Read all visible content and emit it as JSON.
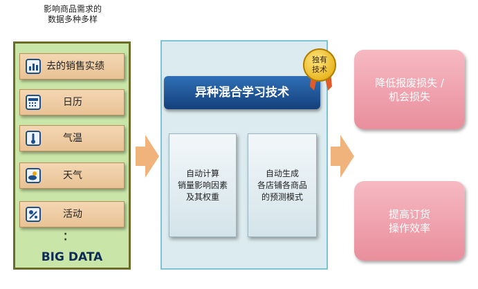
{
  "big_data": {
    "title": "影响商品需求的\n数据多种多样",
    "items": [
      {
        "label": "去的销售实绩",
        "icon": "bar-chart-icon"
      },
      {
        "label": "日历",
        "icon": "calendar-icon"
      },
      {
        "label": "气温",
        "icon": "thermometer-icon"
      },
      {
        "label": "天气",
        "icon": "weather-icon"
      },
      {
        "label": "活动",
        "icon": "event-icon"
      }
    ],
    "dots": "·\n·",
    "footer": "BIG DATA"
  },
  "center": {
    "title": "异种混合学习技术",
    "badge": "独有\n技术",
    "boxes": [
      "自动计算\n销量影响因素\n及其权重",
      "自动生成\n各店铺各商品\n的预测模式"
    ]
  },
  "results": [
    "降低报废损失 /\n机会损失",
    "提高订货\n操作效率"
  ],
  "colors": {
    "left_bg": "#c9e6a8",
    "item_bg": "#f0cca0",
    "center_title": "#1f5a9e",
    "center_bg": "#dcebef",
    "result_bg": "#ef9fab",
    "arrow": "#f0b37c"
  }
}
